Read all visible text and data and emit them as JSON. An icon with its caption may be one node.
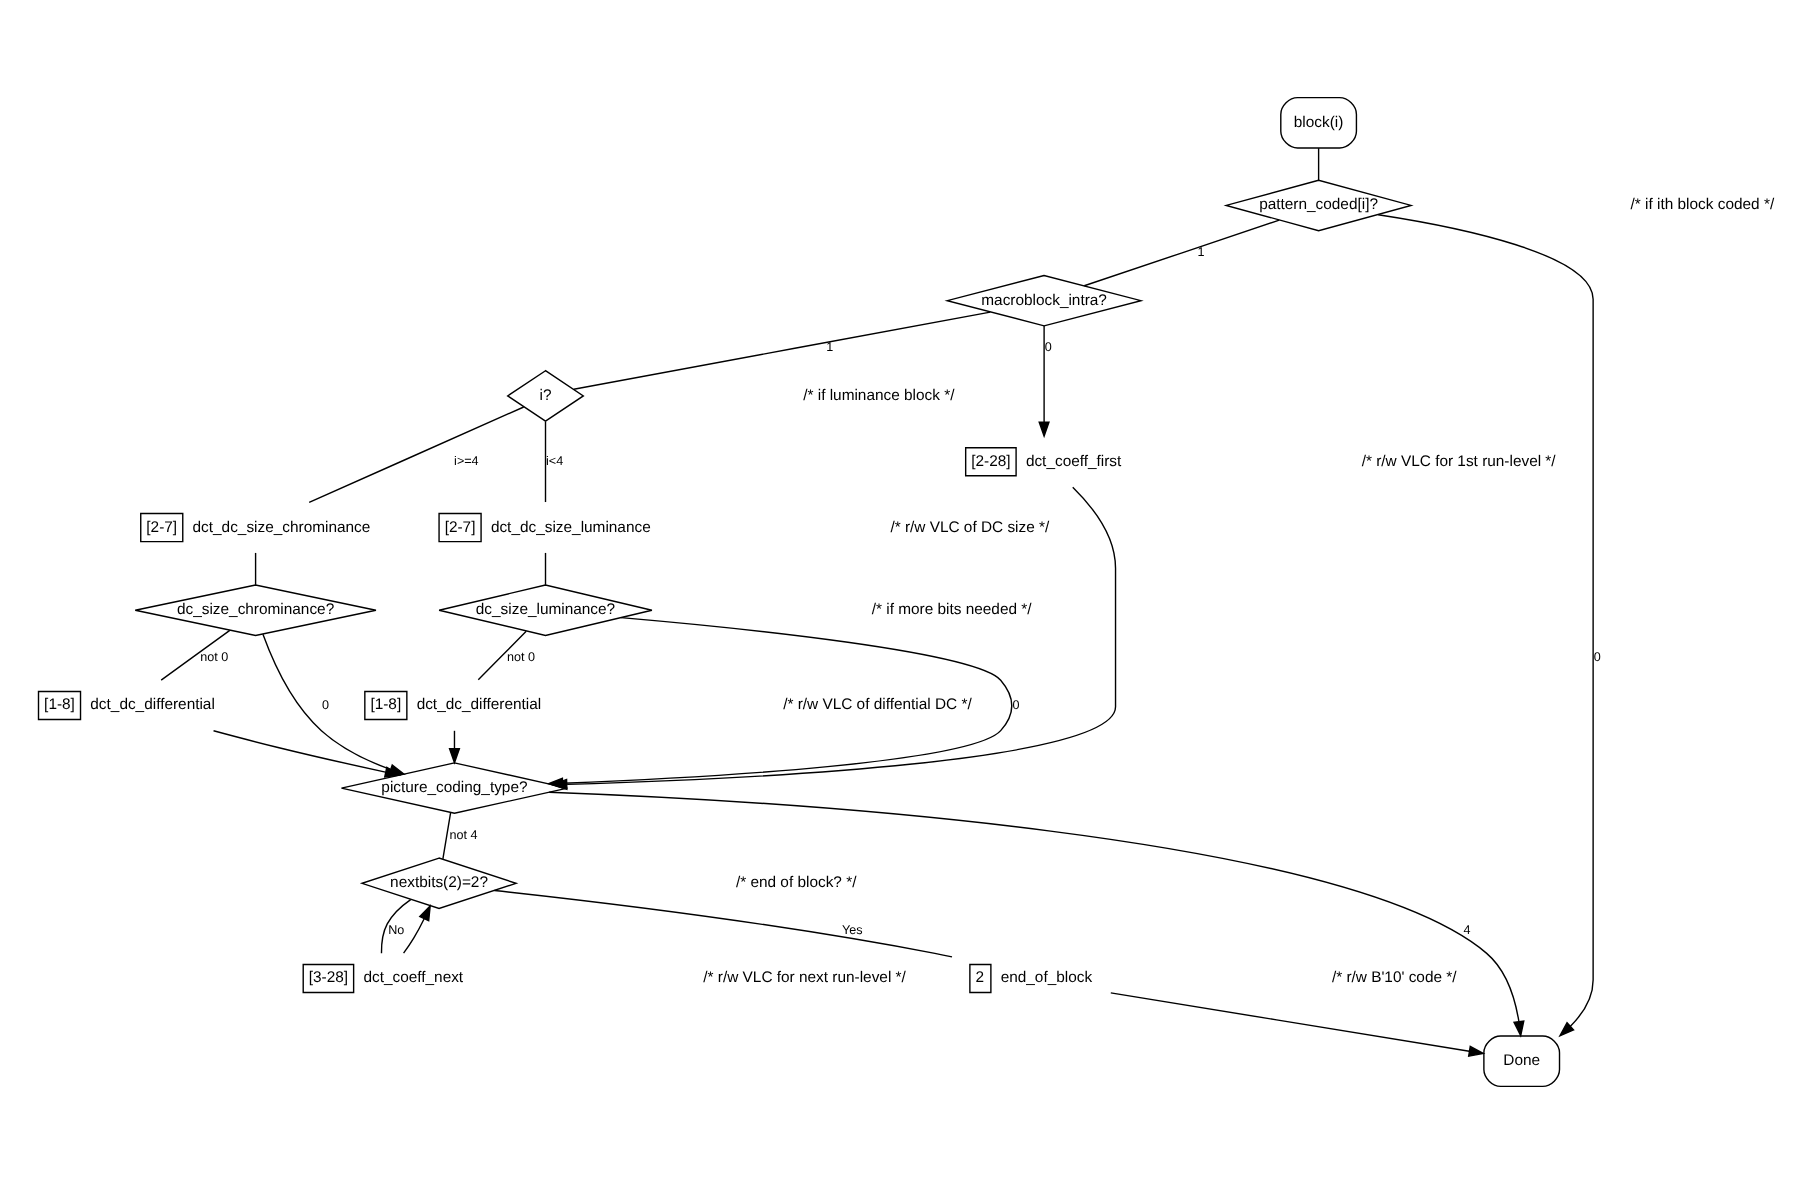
{
  "diagram": {
    "nodes": [
      {
        "text": [
          "block(i)"
        ]
      },
      {
        "text": [
          "pattern_coded[i]?"
        ]
      },
      {
        "text": [
          "macroblock_intra?"
        ]
      },
      {
        "text": [
          "i?"
        ]
      },
      {
        "text": [
          "[2-7]"
        ],
        "beside": [
          "dct_dc_size_chrominance"
        ]
      },
      {
        "text": [
          "dc_size_chrominance?"
        ]
      },
      {
        "text": [
          "[1-8]"
        ],
        "beside": [
          "dct_dc_differential"
        ]
      },
      {
        "text": [
          "[2-7]"
        ],
        "beside": [
          "dct_dc_size_luminance"
        ]
      },
      {
        "text": [
          "dc_size_luminance?"
        ]
      },
      {
        "text": [
          "[1-8]"
        ],
        "beside": [
          "dct_dc_differential"
        ]
      },
      {
        "text": [
          "[2-28]"
        ],
        "beside": [
          "dct_coeff_first"
        ]
      },
      {
        "text": [
          "picture_coding_type?"
        ]
      },
      {
        "text": [
          "nextbits(2)=2?"
        ]
      },
      {
        "text": [
          "[3-28]"
        ],
        "beside": [
          "dct_coeff_next"
        ]
      },
      {
        "text": [
          "2"
        ],
        "beside": [
          "end_of_block"
        ]
      },
      {
        "text": [
          "Done"
        ]
      }
    ],
    "edges": [
      {
        "from": 0,
        "to": 1,
        "arrow": "none"
      },
      {
        "from": 1,
        "to": 2,
        "label": "1",
        "arrow": "none"
      },
      {
        "from": 1,
        "to": 15,
        "label": "0",
        "arrow": "to"
      },
      {
        "from": 2,
        "to": 3,
        "label": "1",
        "arrow": "none"
      },
      {
        "from": 2,
        "to": 10,
        "label": "0",
        "arrow": "to"
      },
      {
        "from": 3,
        "to": 4,
        "label": "i>=4",
        "arrow": "none"
      },
      {
        "from": 3,
        "to": 7,
        "label": "i<4",
        "arrow": "none"
      },
      {
        "from": 4,
        "to": 5,
        "arrow": "none"
      },
      {
        "from": 5,
        "to": 6,
        "label": "not 0",
        "arrow": "none"
      },
      {
        "from": 5,
        "to": 11,
        "label": "0",
        "arrow": "to"
      },
      {
        "from": 6,
        "to": 11,
        "arrow": "to"
      },
      {
        "from": 7,
        "to": 8,
        "arrow": "none"
      },
      {
        "from": 8,
        "to": 11,
        "label": "0",
        "arrow": "to"
      },
      {
        "from": 8,
        "to": 9,
        "label": "not 0",
        "arrow": "none"
      },
      {
        "from": 9,
        "to": 11,
        "arrow": "to"
      },
      {
        "from": 10,
        "to": 11,
        "arrow": "to"
      },
      {
        "from": 11,
        "to": 15,
        "label": "4",
        "arrow": "to"
      },
      {
        "from": 11,
        "to": 12,
        "label": "not 4",
        "arrow": "none"
      },
      {
        "from": 13,
        "to": 12,
        "arrow": "to"
      },
      {
        "from": 12,
        "to": 14,
        "label": "Yes",
        "arrow": "none"
      },
      {
        "from": 12,
        "to": 13,
        "label": "No",
        "arrow": "none"
      },
      {
        "from": 14,
        "to": 15,
        "arrow": "to"
      }
    ],
    "labels": [
      "/* if ith block coded */",
      "/* if luminance block */",
      "/* r/w VLC of DC size */",
      "/* if more bits needed */",
      "/* r/w VLC of diffential DC */",
      "/* r/w VLC for 1st run-level */",
      "/* end of block? */",
      "/* r/w VLC for next run-level */",
      "/* r/w B'10' code */"
    ]
  }
}
